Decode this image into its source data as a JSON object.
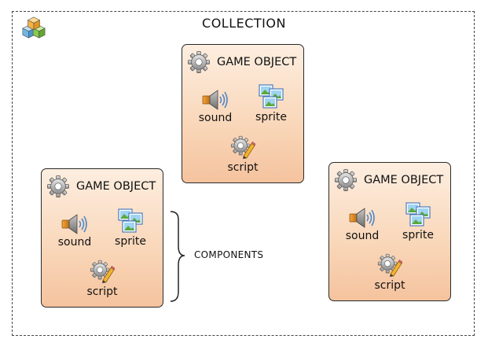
{
  "collection": {
    "title": "COLLECTION",
    "icon": "collection-boxes-icon"
  },
  "game_objects": [
    {
      "title": "GAME OBJECT",
      "components": {
        "sound": "sound",
        "sprite": "sprite",
        "script": "script"
      }
    },
    {
      "title": "GAME OBJECT",
      "components": {
        "sound": "sound",
        "sprite": "sprite",
        "script": "script"
      }
    },
    {
      "title": "GAME OBJECT",
      "components": {
        "sound": "sound",
        "sprite": "sprite",
        "script": "script"
      }
    }
  ],
  "components_label": "COMPONENTS",
  "colors": {
    "card_top": "#fdeee0",
    "card_bottom": "#f5c39e",
    "border": "#2a2a2a"
  }
}
